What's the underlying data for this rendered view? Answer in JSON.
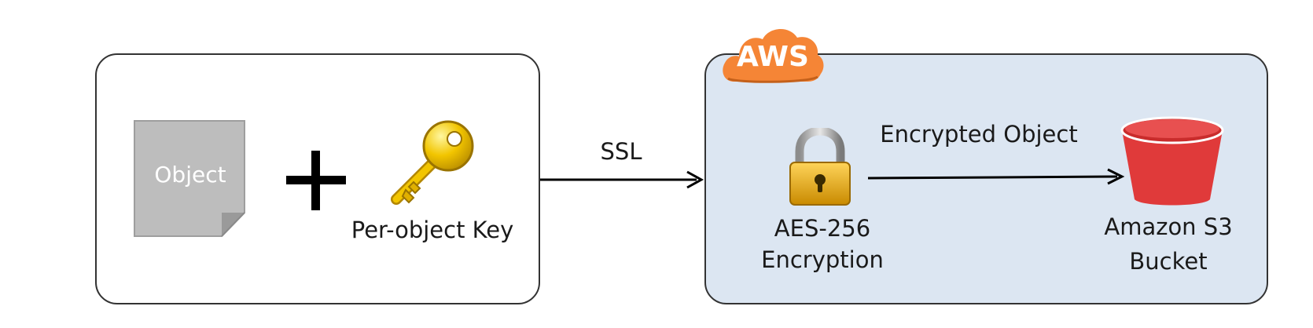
{
  "diagram": {
    "document_label": "Object",
    "key_label": "Per-object Key",
    "transport_label": "SSL",
    "aws_badge": "AWS",
    "encryption_label_line1": "AES-256",
    "encryption_label_line2": "Encryption",
    "arrow_label": "Encrypted Object",
    "bucket_label_line1": "Amazon S3",
    "bucket_label_line2": "Bucket"
  },
  "colors": {
    "aws_orange": "#f58536",
    "aws_panel": "#dce6f2",
    "bucket_red": "#e03a3a",
    "document_gray": "#bdbdbd",
    "key_gold": "#f2c500",
    "lock_gold": "#e8a317"
  },
  "icons": [
    "document-icon",
    "plus-icon",
    "key-icon",
    "cloud-icon",
    "padlock-icon",
    "bucket-icon"
  ]
}
